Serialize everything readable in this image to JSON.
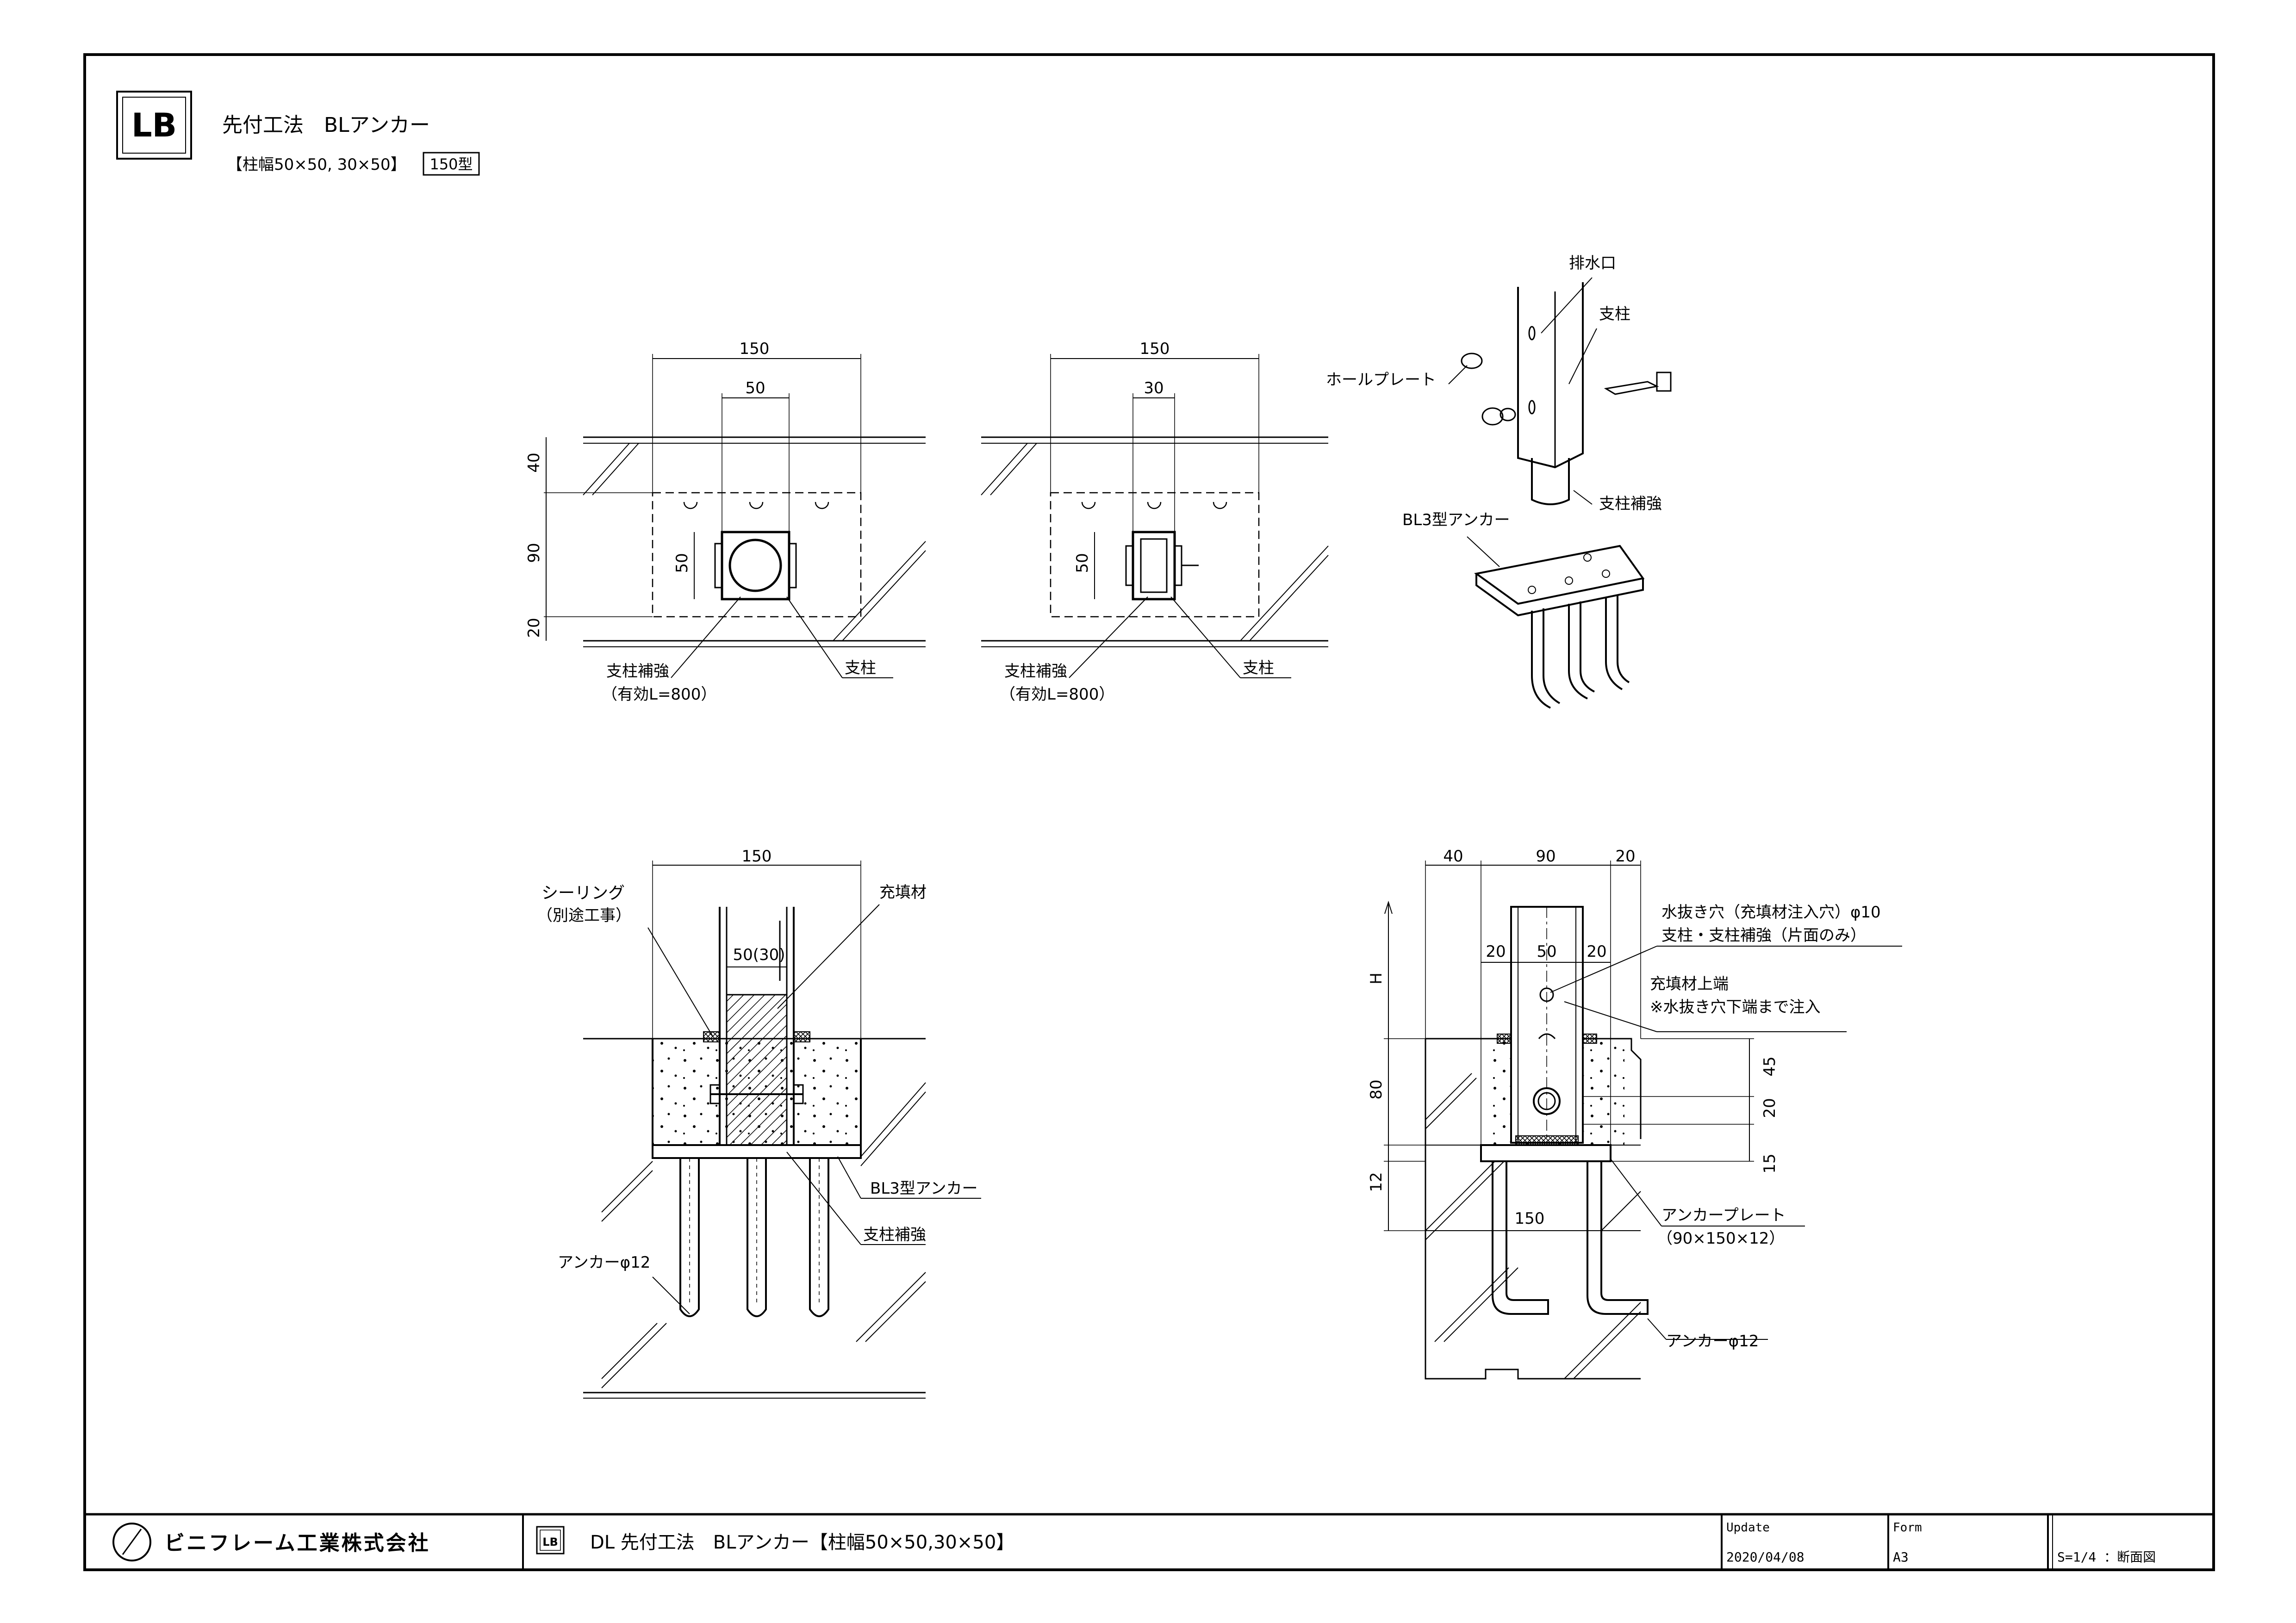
{
  "header": {
    "logo": "LB",
    "title": "先付工法　BLアンカー",
    "subtitle": "【柱幅50×50, 30×50】",
    "type_badge": "150型"
  },
  "plan_view_a": {
    "dim_total": "150",
    "dim_post": "50",
    "dim_depth": "40",
    "dim_mid": "90",
    "dim_bottom": "20",
    "dim_post_side": "50",
    "label_reinforce": "支柱補強",
    "label_reinforce_note": "（有効L=800）",
    "label_post": "支柱"
  },
  "plan_view_b": {
    "dim_total": "150",
    "dim_post": "30",
    "dim_post_side": "50",
    "label_reinforce": "支柱補強",
    "label_reinforce_note": "（有効L=800）",
    "label_post": "支柱"
  },
  "iso_view": {
    "label_drain": "排水口",
    "label_post": "支柱",
    "label_hole_plate": "ホールプレート",
    "label_reinforce": "支柱補強",
    "label_anchor": "BL3型アンカー"
  },
  "section_a": {
    "dim_total": "150",
    "dim_post": "50(30)",
    "label_sealing": "シーリング",
    "label_sealing_note": "（別途工事）",
    "label_filler": "充填材",
    "label_anchor_type": "BL3型アンカー",
    "label_reinforce": "支柱補強",
    "label_anchor_bar": "アンカーφ12"
  },
  "section_b": {
    "dim_top": [
      "40",
      "90",
      "20"
    ],
    "dim_inner": [
      "20",
      "50",
      "20"
    ],
    "dim_h": "H",
    "dim_80": "80",
    "dim_12": "12",
    "dim_45": "45",
    "dim_20": "20",
    "dim_15": "15",
    "dim_plate": "150",
    "label_drain_hole": "水抜き穴（充填材注入穴）φ10",
    "label_drain_hole_note": "支柱・支柱補強（片面のみ）",
    "label_filler_top": "充填材上端",
    "label_filler_top_note": "※水抜き穴下端まで注入",
    "label_plate": "アンカープレート",
    "label_plate_size": "（90×150×12）",
    "label_anchor_bar": "アンカーφ12"
  },
  "title_block": {
    "company": "ビニフレーム工業株式会社",
    "drawing_title": "DL 先付工法　BLアンカー【柱幅50×50,30×50】",
    "update_label": "Update",
    "update_value": "2020/04/08",
    "form_label": "Form",
    "form_value": "A3",
    "scale": "S=1/4 ：断面図"
  }
}
